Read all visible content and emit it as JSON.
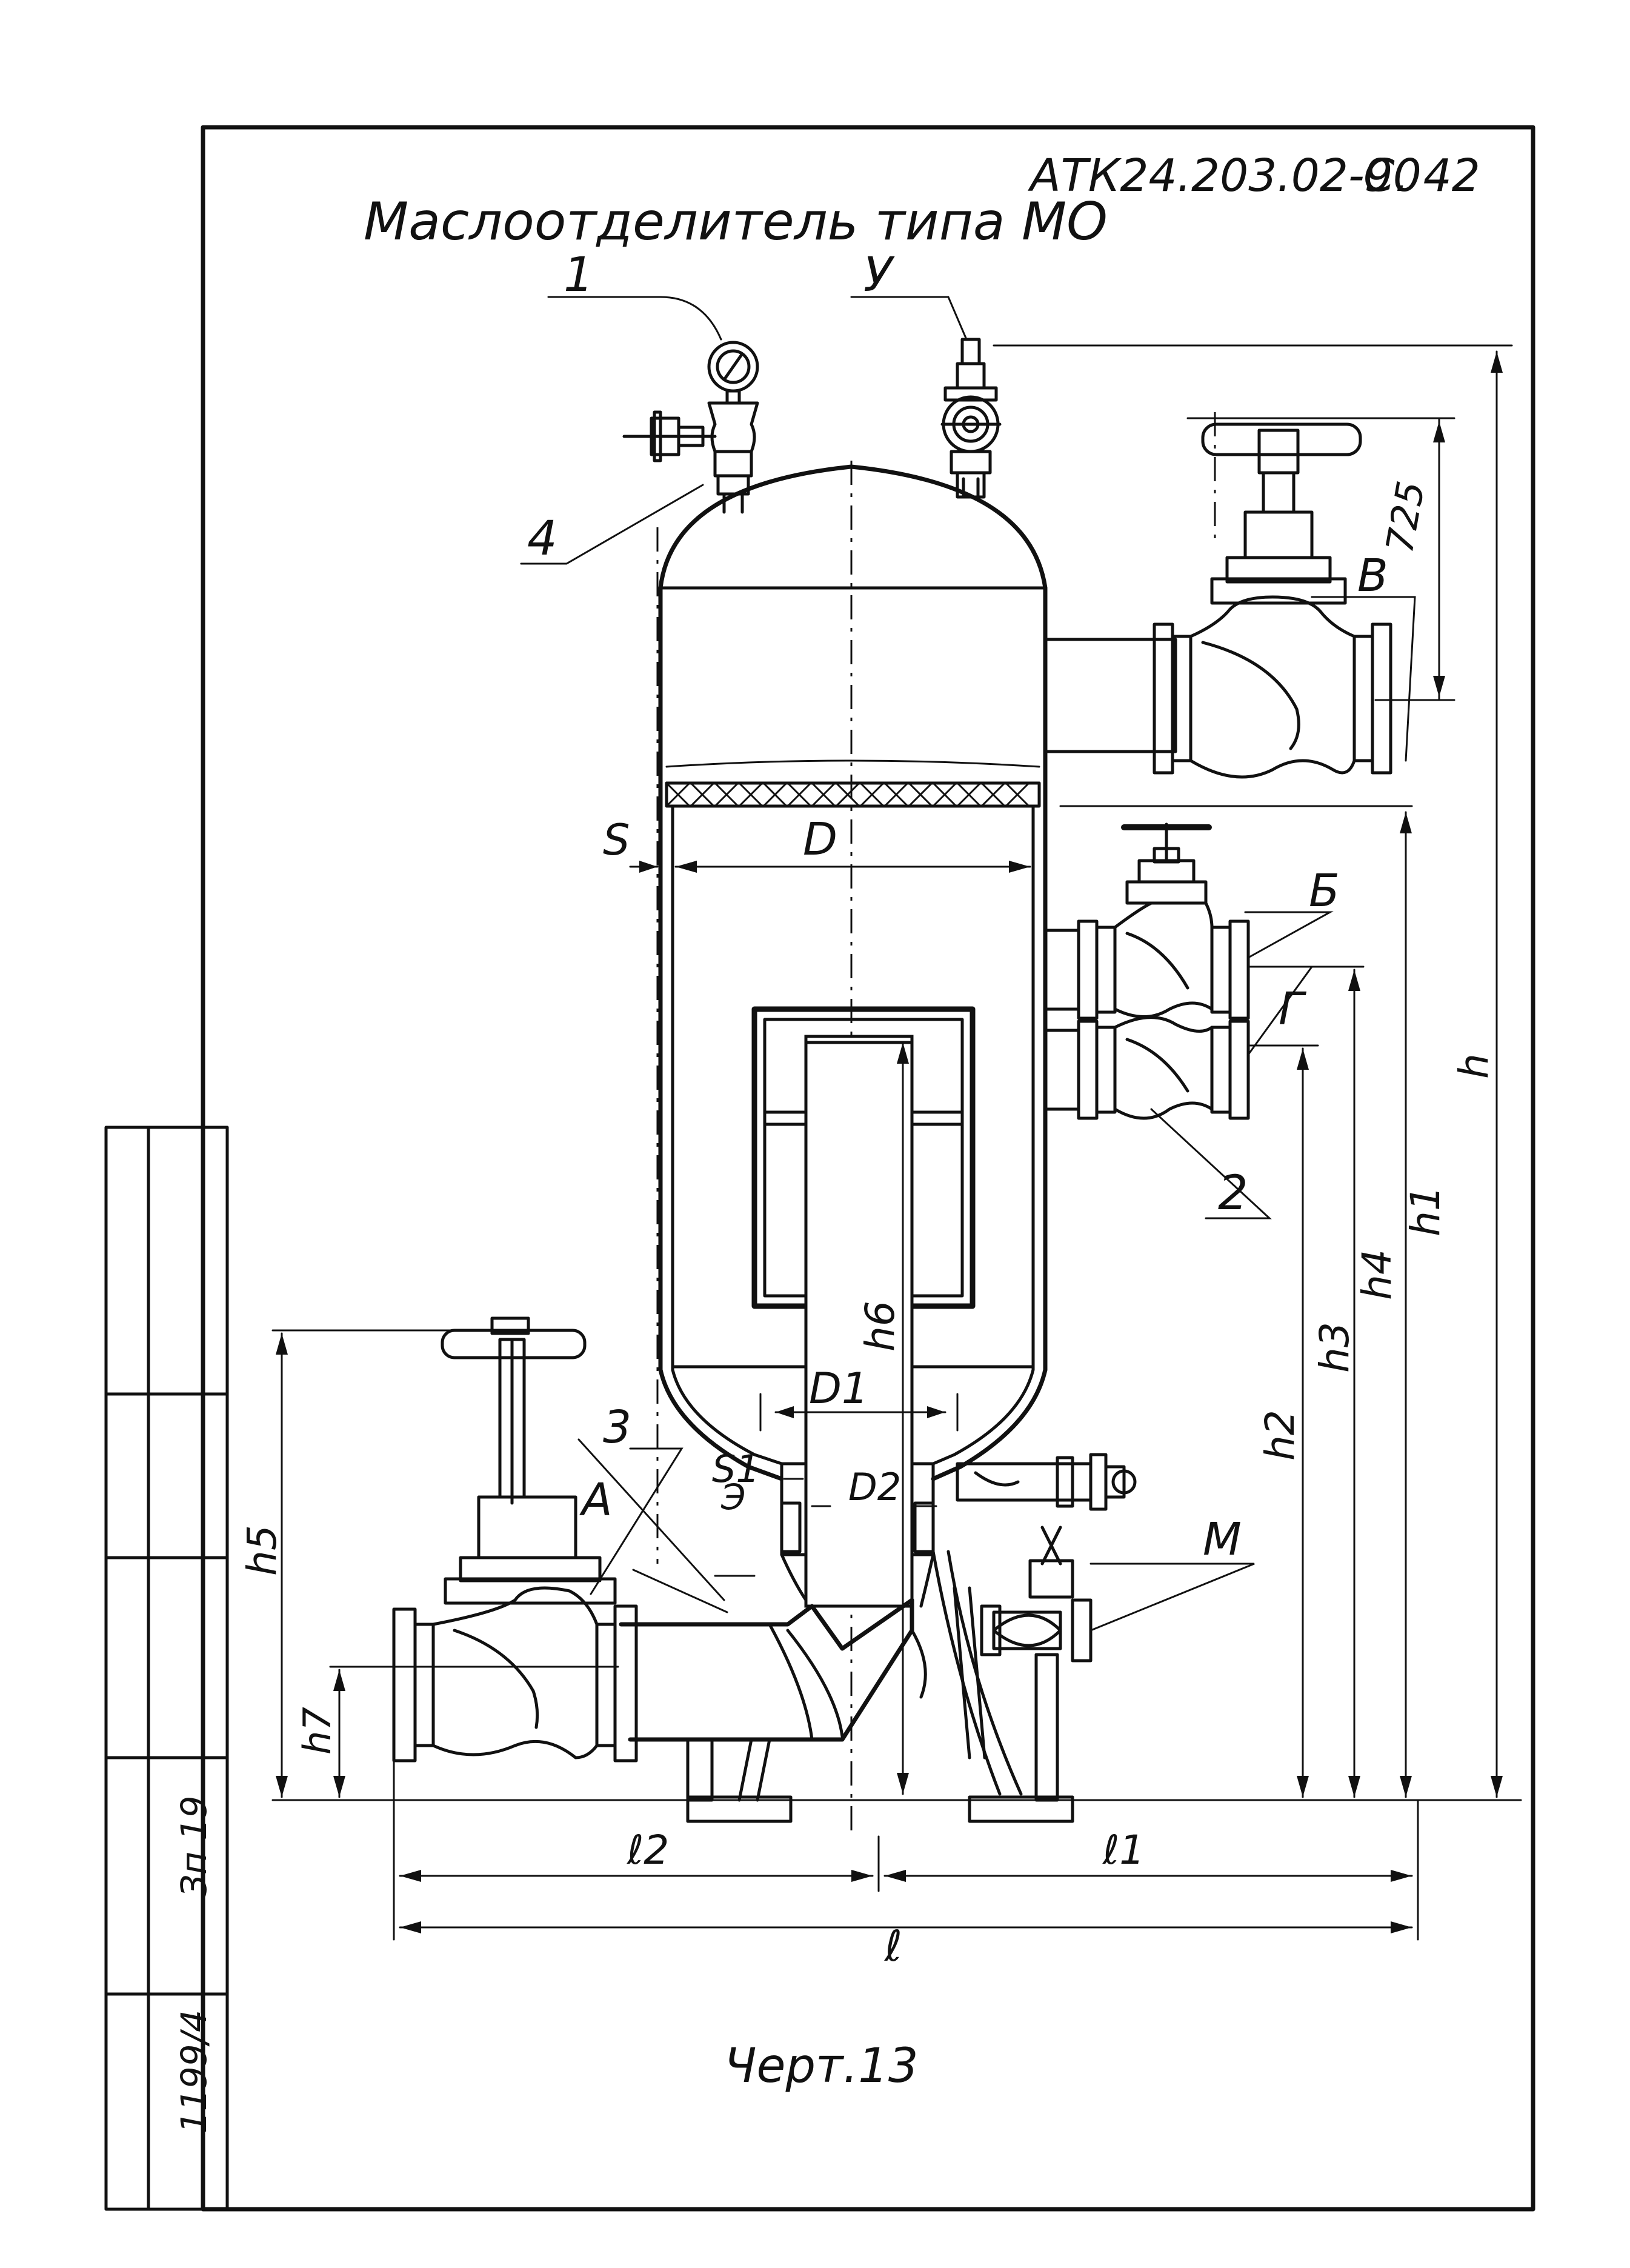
{
  "document": {
    "code": "АТК24.203.02-90",
    "sheet": "С. 42",
    "title": "Маслоотделитель типа МО",
    "footer_note": "Черт.13"
  },
  "callouts": {
    "c1": "1",
    "c2": "2",
    "c3": "3",
    "c4": "4",
    "cU": "У",
    "cA": "А",
    "cB": "В",
    "cBe": "Б",
    "cG": "Г",
    "cM": "М",
    "cE": "Э"
  },
  "dimensions": {
    "d725": "725",
    "h": "h",
    "h1": "h1",
    "h2": "h2",
    "h3": "h3",
    "h4": "h4",
    "h5": "h5",
    "h6": "h6",
    "h7": "h7",
    "S": "S",
    "S1": "S1",
    "D": "D",
    "D1": "D1",
    "D2": "D2",
    "l": "ℓ",
    "l1": "ℓ1",
    "l2": "ℓ2"
  },
  "side_stamp": {
    "text1": "1199/4",
    "text2": "Зп 19"
  }
}
